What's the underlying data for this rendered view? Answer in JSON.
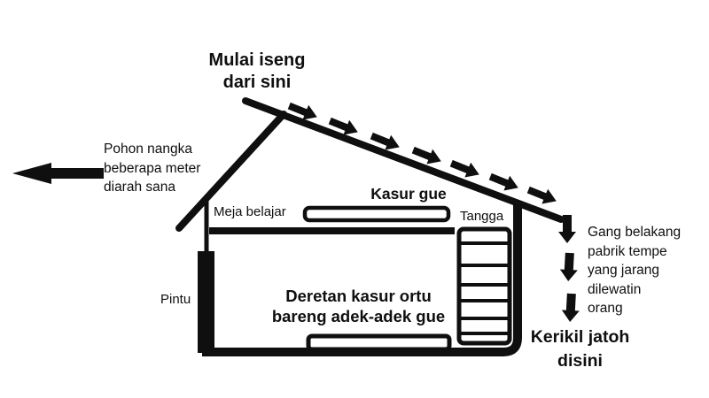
{
  "title": "Sketsa denah rumah (hand-drawn house diagram)",
  "colors": {
    "ink": "#0f0f0f",
    "background": "#ffffff"
  },
  "labels": {
    "mulai_iseng": "Mulai iseng\ndari sini",
    "pohon_nangka": "Pohon nangka\nbeberapa meter\ndiarah sana",
    "meja_belajar": "Meja belajar",
    "kasur_gue": "Kasur gue",
    "tangga": "Tangga",
    "pintu": "Pintu",
    "deretan_kasur": "Deretan kasur ortu\nbareng adek-adek gue",
    "gang_belakang": "Gang belakang\npabrik tempe\nyang jarang\ndilewatin\norang",
    "kerikil_jatoh": "Kerikil jatoh\ndisini"
  },
  "icons": {
    "left_block_arrow": "block-arrow-left",
    "roof_flow_arrow": "block-arrow-down-right",
    "roof_flow_arrow_count": 7,
    "alley_flow_arrow": "block-arrow-down",
    "alley_flow_arrow_count": 3
  }
}
